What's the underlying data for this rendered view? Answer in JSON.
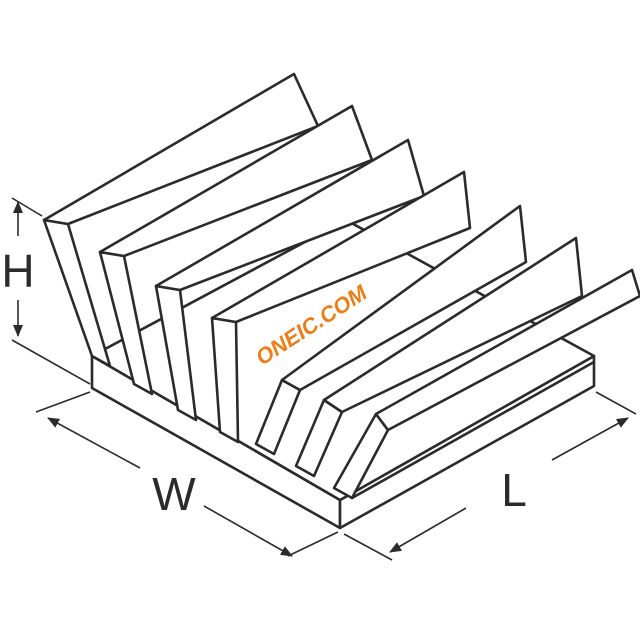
{
  "diagram": {
    "dimensions": {
      "height_label": "H",
      "width_label": "W",
      "length_label": "L"
    },
    "watermark": "ONEIC.COM",
    "fin_count": 7
  }
}
